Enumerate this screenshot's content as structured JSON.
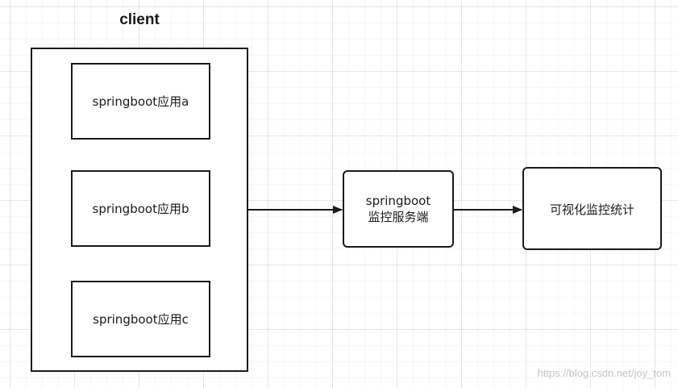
{
  "container": {
    "title": "client"
  },
  "clients": [
    {
      "label": "springboot应用a"
    },
    {
      "label": "springboot应用b"
    },
    {
      "label": "springboot应用c"
    }
  ],
  "server": {
    "line1": "springboot",
    "line2": "监控服务端"
  },
  "dashboard": {
    "label": "可视化监控统计"
  },
  "watermark": "https://blog.csdn.net/joy_tom",
  "colors": {
    "stroke": "#1a1a1a",
    "background": "#ffffff",
    "grid": "#e6e6e6"
  }
}
